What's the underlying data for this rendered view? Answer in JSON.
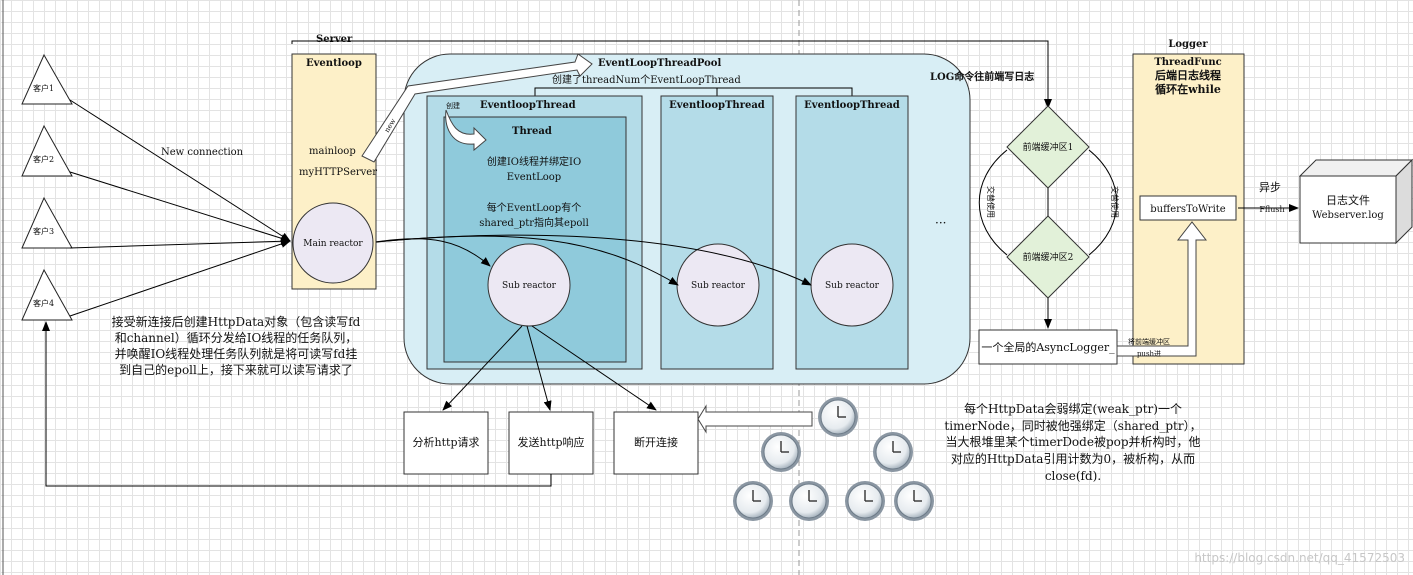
{
  "server": {
    "label": "Server",
    "eventloop_title": "Eventloop",
    "mainloop": "mainloop",
    "httpserver": "myHTTPServer",
    "main_reactor": "Main reactor"
  },
  "clients": [
    "客户1",
    "客户2",
    "客户3",
    "客户4"
  ],
  "new_connection": "New connection",
  "new_label": "new",
  "pool": {
    "title": "EventLoopThreadPool",
    "subtitle": "创建了threadNum个EventLoopThread",
    "thread_title": "EventloopThread",
    "inner_thread": "Thread",
    "create_label": "创建",
    "desc1": "创建IO线程并绑定IO",
    "desc2": "EventLoop",
    "desc3": "每个EventLoop有个",
    "desc4": "shared_ptr指向其epoll",
    "sub_reactor": "Sub reactor",
    "ellipsis": "···"
  },
  "accept_text": [
    "接受新连接后创建HttpData对象（包含读写fd",
    "和channel）循环分发给IO线程的任务队列，",
    "并唤醒IO线程处理任务队列就是将可读写fd挂",
    "到自己的epoll上，接下来就可以读写请求了"
  ],
  "actions": {
    "parse": "分析http请求",
    "send": "发送http响应",
    "close": "断开连接"
  },
  "timer_text": [
    "每个HttpData会弱绑定(weak_ptr)一个",
    "timerNode，同时被他强绑定（shared_ptr），",
    "当大根堆里某个timerDode被pop并析构时，他",
    "对应的HttpData引用计数为0，被析构，从而",
    "close(fd)."
  ],
  "log": {
    "label": "LOG命令往前端写日志",
    "buffer1": "前端缓冲区1",
    "buffer2": "前端缓冲区2",
    "swap": "交替使用",
    "async": "一个全局的AsyncLogger_",
    "push1": "将前端缓冲区",
    "push2": "push进"
  },
  "logger": {
    "title": "Logger",
    "threadfunc": "ThreadFunc",
    "backend1": "后端日志线程",
    "backend2": "循环在while",
    "buffers": "buffersToWrite",
    "async_label": "异步",
    "fflush": "Fflush",
    "file1": "日志文件",
    "file2": "Webserver.log"
  },
  "watermark": "https://blog.csdn.net/qq_41572503",
  "colors": {
    "server_fill": "#fdf0c8",
    "pool_fill": "#d8eef5",
    "thread_fill": "#b4dce8",
    "inner_thread_fill": "#8fcadb",
    "reactor_fill": "#ece8f3",
    "diamond_fill": "#e2f1d9",
    "logger_fill": "#fdf0c8"
  }
}
